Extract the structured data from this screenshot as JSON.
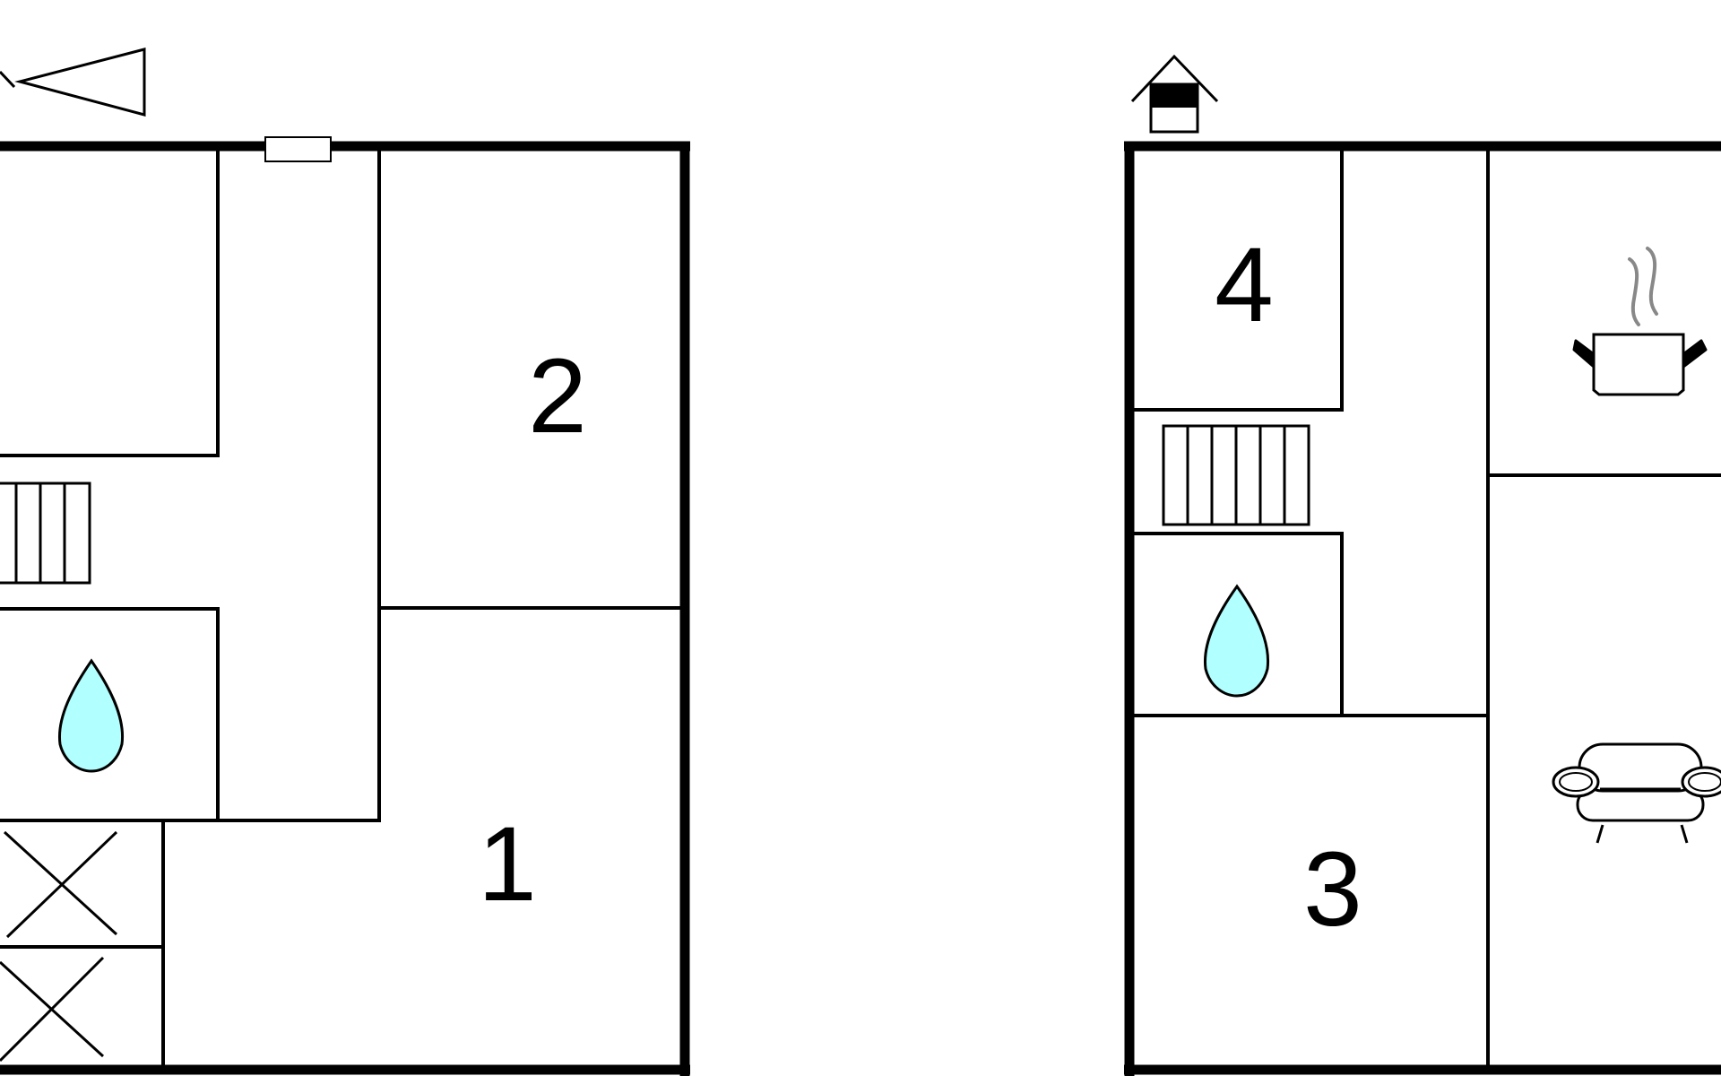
{
  "colors": {
    "wall": "#000000",
    "background": "#ffffff",
    "water": "#b2ffff",
    "steam": "#888888"
  },
  "floors": [
    {
      "name": "left-floor",
      "icons": [
        "compass-arrow-icon",
        "staircase-icon",
        "bathroom-water-drop-icon",
        "storage-x-icon",
        "storage-x-icon",
        "window-icon"
      ],
      "rooms": [
        {
          "number": "2"
        },
        {
          "number": "1"
        }
      ]
    },
    {
      "name": "right-floor",
      "icons": [
        "house-entrance-icon",
        "staircase-icon",
        "bathroom-water-drop-icon",
        "kitchen-pot-icon",
        "sofa-icon"
      ],
      "rooms": [
        {
          "number": "4"
        },
        {
          "number": "3"
        }
      ]
    }
  ]
}
